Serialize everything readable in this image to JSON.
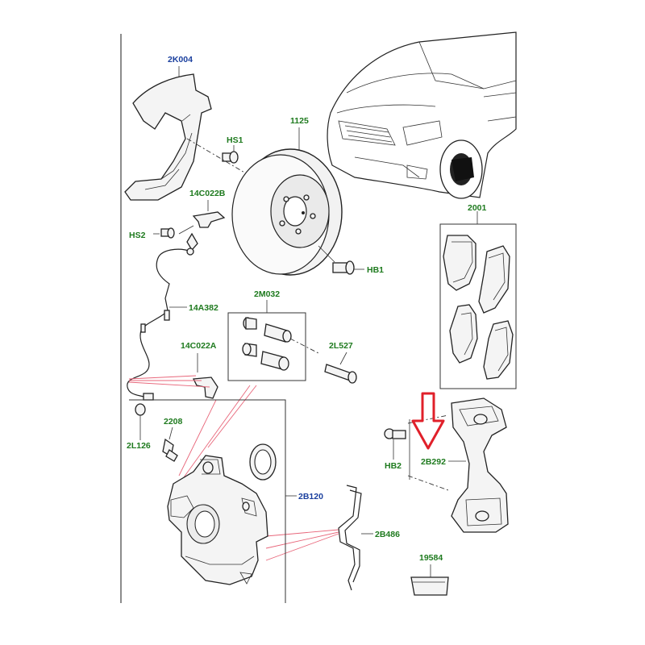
{
  "labels": {
    "2K004": "2K004",
    "1125": "1125",
    "HS1": "HS1",
    "14C022B": "14C022B",
    "HS2": "HS2",
    "HB1": "HB1",
    "2M032": "2M032",
    "14A382": "14A382",
    "2L527": "2L527",
    "14C022A": "14C022A",
    "2208": "2208",
    "2L126": "2L126",
    "2B120": "2B120",
    "2B486": "2B486",
    "2001": "2001",
    "HB2": "HB2",
    "2B292": "2B292",
    "19584": "19584"
  },
  "colors": {
    "label_green": "#1e7a1e",
    "label_blue": "#1a3f9e",
    "highlight_arrow": "#e0202a",
    "leader_pink": "#e8667a"
  },
  "highlight": {
    "target_part": "2B292",
    "icon": "down-arrow-icon"
  }
}
